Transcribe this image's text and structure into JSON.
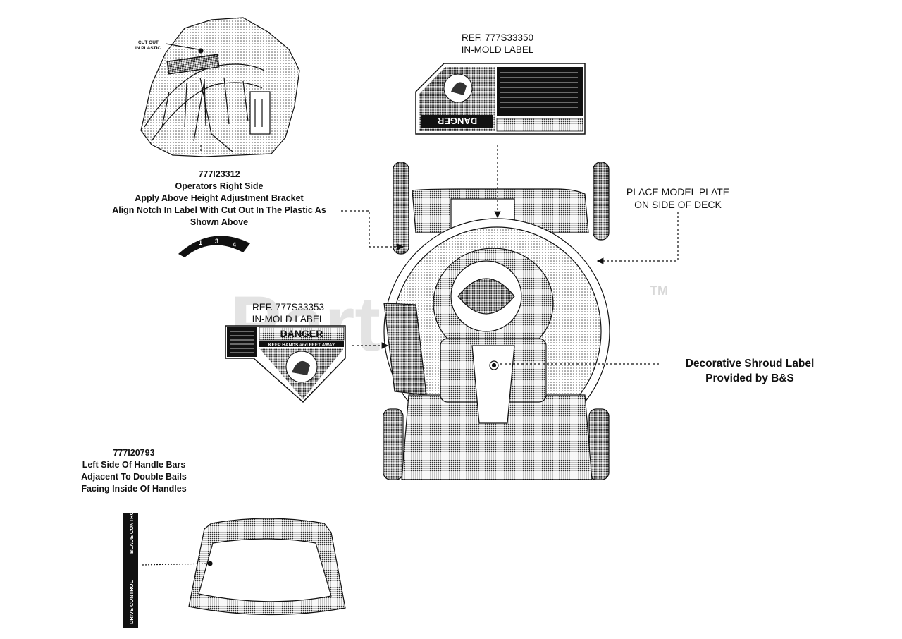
{
  "watermark": {
    "text": "PartsTree",
    "tm": "TM"
  },
  "callouts": {
    "label_top": {
      "ref": "REF. 777S33350",
      "type": "IN-MOLD LABEL"
    },
    "label_mid": {
      "ref": "REF. 777S33353",
      "type": "IN-MOLD LABEL"
    },
    "height_label": {
      "part": "777I23312",
      "lines": [
        "Operators Right Side",
        "Apply Above Height Adjustment Bracket",
        "Align Notch In Label With Cut Out In The Plastic As",
        "Shown Above"
      ]
    },
    "model_plate": {
      "lines": [
        "PLACE MODEL PLATE",
        "ON SIDE OF DECK"
      ]
    },
    "shroud": {
      "lines": [
        "Decorative Shroud Label",
        "Provided by B&S"
      ]
    },
    "handle_label": {
      "part": "777I20793",
      "lines": [
        "Left Side Of Handle Bars",
        "Adjacent To Double Bails",
        "Facing Inside Of Handles"
      ]
    }
  },
  "label_art": {
    "danger": "DANGER",
    "keep_away": "KEEP HANDS and FEET AWAY",
    "cut_out": "CUT OUT",
    "in_plastic": "IN PLASTIC",
    "blade_control": "BLADE CONTROL",
    "drive_control": "DRIVE CONTROL",
    "height_marks": [
      "1",
      "3",
      "4"
    ]
  },
  "colors": {
    "ink": "#111111",
    "watermark": "#e3e3e3",
    "background": "#ffffff"
  }
}
